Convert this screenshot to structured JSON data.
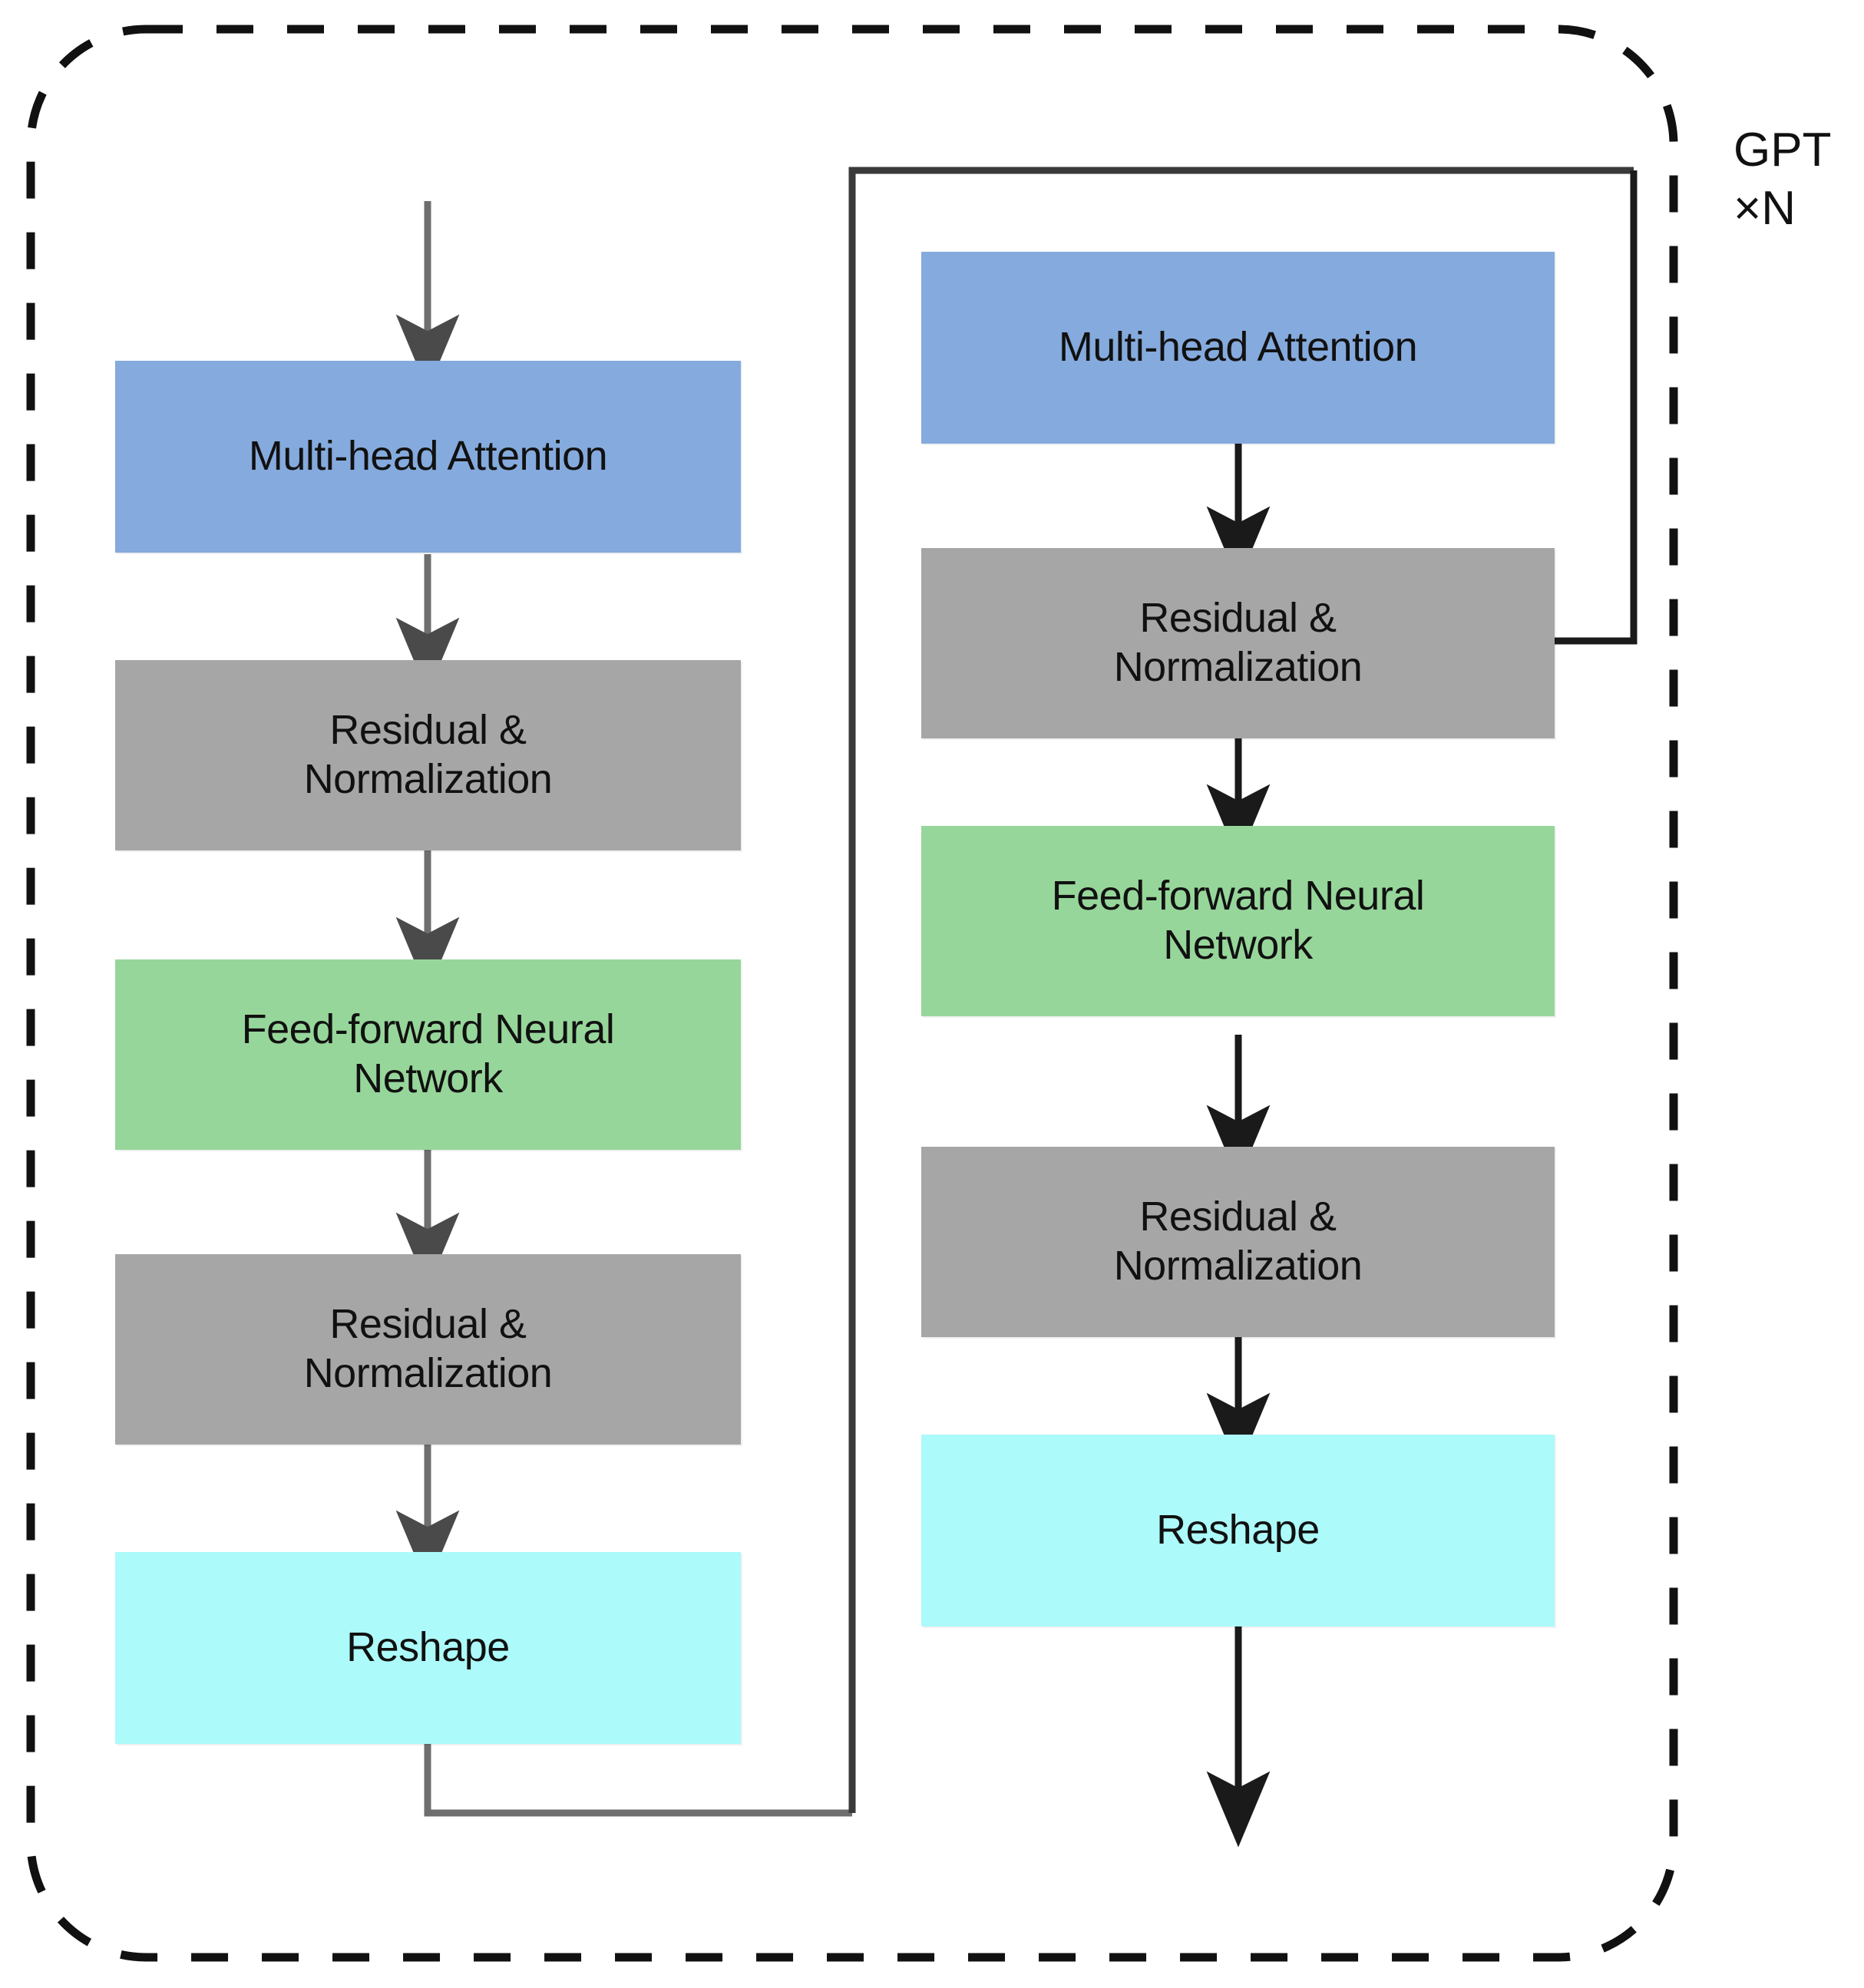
{
  "diagram": {
    "title_label": "GPT\n×N",
    "group_name": "GPT",
    "repeat_label": "×N",
    "colors": {
      "attention": "#85AADD",
      "normalization": "#A6A6A6",
      "feedforward": "#97D69A",
      "reshape": "#ADFAFA",
      "arrow_dark": "#1A1A1A",
      "arrow_gray": "#6E6E6E",
      "dashed_border": "#111111",
      "background": "#FFFFFF"
    },
    "left_column": {
      "name": "left-transformer-stack",
      "nodes": [
        {
          "id": "left-multi-head-attention",
          "label": "Multi-head Attention",
          "type": "attention"
        },
        {
          "id": "left-residual-normalization-1",
          "label": "Residual &\nNormalization",
          "type": "normalization"
        },
        {
          "id": "left-feed-forward-neural-network",
          "label": "Feed-forward Neural\nNetwork",
          "type": "feedforward"
        },
        {
          "id": "left-residual-normalization-2",
          "label": "Residual &\nNormalization",
          "type": "normalization"
        },
        {
          "id": "left-reshape",
          "label": "Reshape",
          "type": "reshape"
        }
      ]
    },
    "right_column": {
      "name": "right-transformer-stack",
      "nodes": [
        {
          "id": "right-multi-head-attention",
          "label": "Multi-head Attention",
          "type": "attention"
        },
        {
          "id": "right-residual-normalization-1",
          "label": "Residual &\nNormalization",
          "type": "normalization"
        },
        {
          "id": "right-feed-forward-neural-network",
          "label": "Feed-forward Neural\nNetwork",
          "type": "feedforward"
        },
        {
          "id": "right-residual-normalization-2",
          "label": "Residual &\nNormalization",
          "type": "normalization"
        },
        {
          "id": "right-reshape",
          "label": "Reshape",
          "type": "reshape"
        }
      ]
    },
    "connections": [
      {
        "id": "input-arrow-into-left-attention",
        "kind": "arrow-down"
      },
      {
        "id": "left-attention-to-norm1",
        "kind": "arrow-down"
      },
      {
        "id": "left-norm1-to-ffn",
        "kind": "arrow-down"
      },
      {
        "id": "left-ffn-to-norm2",
        "kind": "arrow-down"
      },
      {
        "id": "left-norm2-to-reshape",
        "kind": "arrow-down"
      },
      {
        "id": "left-reshape-to-right-column-elbow",
        "kind": "elbow"
      },
      {
        "id": "right-attention-to-norm1",
        "kind": "arrow-down"
      },
      {
        "id": "right-norm1-to-ffn",
        "kind": "arrow-down"
      },
      {
        "id": "right-ffn-to-norm2",
        "kind": "arrow-down"
      },
      {
        "id": "right-norm2-to-reshape",
        "kind": "arrow-down"
      },
      {
        "id": "right-residual-skip-into-norm1",
        "kind": "elbow-arrow-left"
      },
      {
        "id": "right-reshape-output-arrow",
        "kind": "arrow-down"
      }
    ]
  }
}
